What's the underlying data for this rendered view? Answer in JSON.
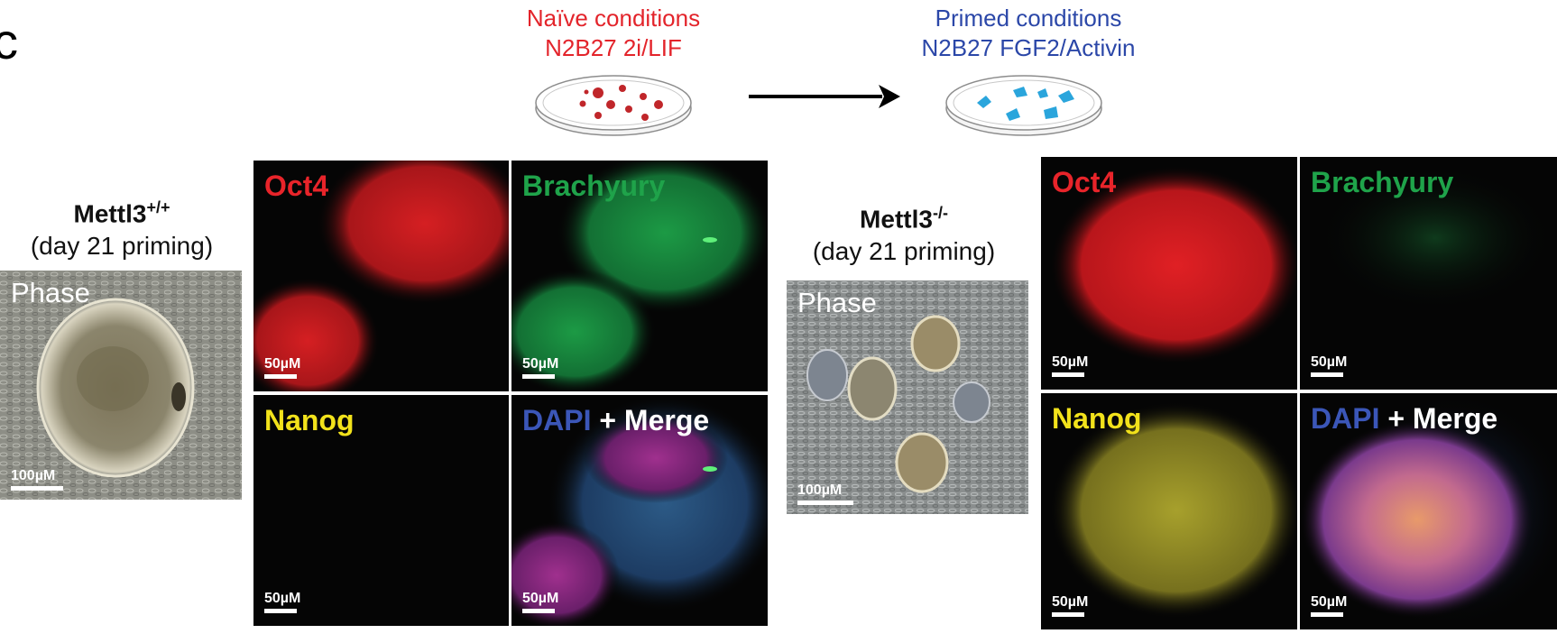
{
  "panel_letter": "c",
  "conditions": {
    "naive": {
      "title": "Naïve conditions",
      "medium": "N2B27 2i/LIF",
      "color": "#e3242b"
    },
    "primed": {
      "title": "Primed conditions",
      "medium": "N2B27 FGF2/Activin",
      "color": "#2b47a8"
    }
  },
  "genotypes": {
    "wt": {
      "name": "Mettl3",
      "superscript": "+/+",
      "subtitle": "(day 21 priming)"
    },
    "ko": {
      "name": "Mettl3",
      "superscript": "-/-",
      "subtitle": "(day 21 priming)"
    }
  },
  "phase": {
    "label": "Phase",
    "scale": "100µM"
  },
  "channels": {
    "oct4": {
      "label": "Oct4",
      "color": "#e8242a"
    },
    "brachyury": {
      "label": "Brachyury",
      "color": "#1fa34a"
    },
    "nanog": {
      "label": "Nanog",
      "color": "#f2e21b"
    },
    "dapi": {
      "label": "DAPI",
      "color": "#3b56b8"
    },
    "merge": {
      "label": "+ Merge",
      "color": "#ffffff"
    }
  },
  "fluor_scale": "50µM"
}
